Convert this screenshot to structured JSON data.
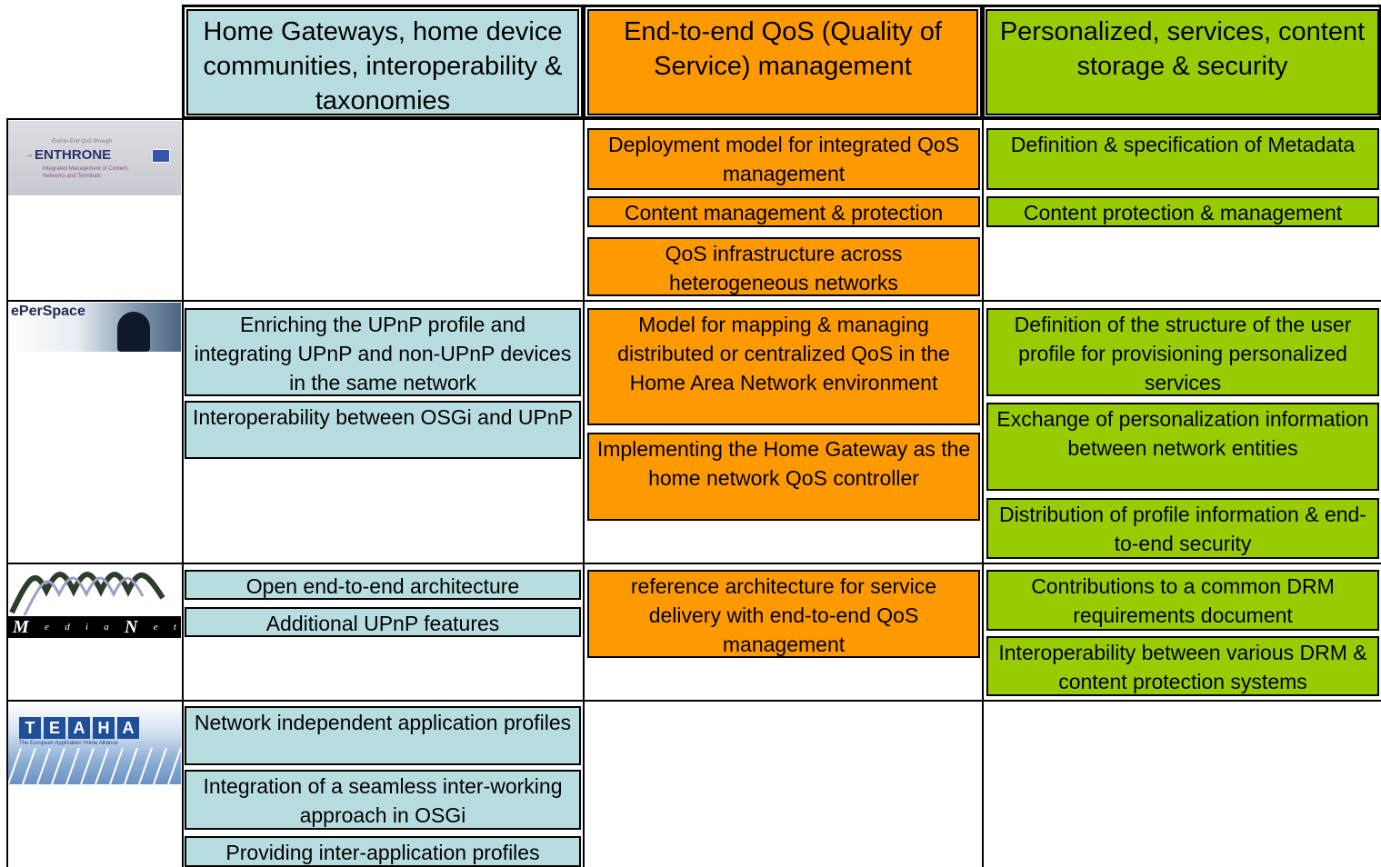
{
  "colors": {
    "blue": "#b8dde1",
    "orange": "#ff9900",
    "green": "#99cc00"
  },
  "headers": {
    "col1": "Home Gateways, home device communities, interoperability & taxonomies",
    "col2": "End-to-end QoS (Quality of Service) management",
    "col3": "Personalized, services, content storage & security"
  },
  "logos": {
    "enthrone": {
      "tagline": "End-to-End QoS through",
      "name": "ENTHRONE",
      "subtitle1": "Integrated Management of Content,",
      "subtitle2": "Networks and Terminals"
    },
    "eperspace": {
      "name": "ePerSpace"
    },
    "medianet": {
      "name": "MediaNet",
      "letters": [
        "M",
        "e",
        "d",
        "i",
        "a",
        "N",
        "e",
        "t"
      ]
    },
    "teaha": {
      "letters": [
        "T",
        "E",
        "A",
        "H",
        "A"
      ],
      "subtitle": "The European Application Home Alliance"
    }
  },
  "rows": {
    "enthrone": {
      "col2": [
        "Deployment model for integrated QoS management",
        "Content management & protection",
        "QoS infrastructure across heterogeneous networks"
      ],
      "col3": [
        "Definition & specification of Metadata",
        "Content protection & management"
      ]
    },
    "eperspace": {
      "col1": [
        "Enriching the UPnP profile and integrating UPnP and non-UPnP devices in the same network",
        "Interoperability between OSGi and UPnP"
      ],
      "col2": [
        "Model for mapping & managing distributed or centralized QoS in the Home Area Network environment",
        "Implementing the Home Gateway as the home network QoS controller"
      ],
      "col3": [
        "Definition of the structure of the user profile for provisioning personalized services",
        "Exchange of personalization information between network entities",
        "Distribution of profile information & end-to-end security"
      ]
    },
    "medianet": {
      "col1": [
        "Open end-to-end architecture",
        "Additional UPnP features"
      ],
      "col2": [
        "reference architecture for service delivery with end-to-end QoS management"
      ],
      "col3": [
        "Contributions to a common DRM requirements document",
        "Interoperability between various DRM & content protection systems"
      ]
    },
    "teaha": {
      "col1": [
        "Network independent application profiles",
        "Integration of a seamless inter-working approach in OSGi",
        "Providing inter-application profiles"
      ]
    }
  }
}
